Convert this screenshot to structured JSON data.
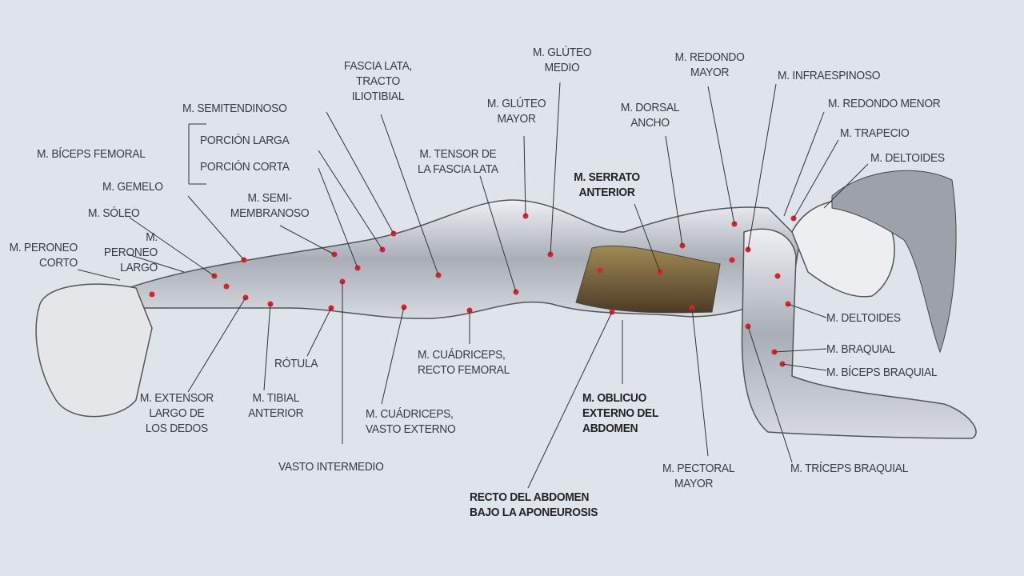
{
  "labels": {
    "peroneo_corto": [
      "M. PERONEO",
      "CORTO"
    ],
    "peroneo_largo": [
      "M.",
      "PERONEO",
      "LARGO"
    ],
    "soleo": "M. SÓLEO",
    "gemelo": "M. GEMELO",
    "biceps_femoral": "M. BÍCEPS FEMORAL",
    "porcion_larga": "PORCIÓN LARGA",
    "porcion_corta": "PORCIÓN CORTA",
    "semitendinoso": "M. SEMITENDINOSO",
    "semimembranoso": [
      "M. SEMI-",
      "MEMBRANOSO"
    ],
    "fascia_lata": [
      "FASCIA LATA,",
      "TRACTO",
      "ILIOTIBIAL"
    ],
    "tensor_fascia_lata": [
      "M. TENSOR DE",
      "LA FASCIA LATA"
    ],
    "gluteo_mayor": [
      "M. GLÚTEO",
      "MAYOR"
    ],
    "gluteo_medio": [
      "M. GLÚTEO",
      "MEDIO"
    ],
    "serrato_anterior": [
      "M. SERRATO",
      "ANTERIOR"
    ],
    "dorsal_ancho": [
      "M. DORSAL",
      "ANCHO"
    ],
    "redondo_mayor": [
      "M. REDONDO",
      "MAYOR"
    ],
    "infraespinoso": "M. INFRAESPINOSO",
    "redondo_menor": "M. REDONDO MENOR",
    "trapecio": "M. TRAPECIO",
    "deltoides_top": "M. DELTOIDES",
    "deltoides_side": "M. DELTOIDES",
    "braquial": "M. BRAQUIAL",
    "biceps_braquial": "M. BÍCEPS BRAQUIAL",
    "triceps_braquial": "M. TRÍCEPS BRAQUIAL",
    "pectoral_mayor": [
      "M. PECTORAL",
      "MAYOR"
    ],
    "oblicuo_externo": [
      "M. OBLICUO",
      "EXTERNO DEL",
      "ABDOMEN"
    ],
    "recto_abdomen": [
      "RECTO DEL ABDOMEN",
      "BAJO LA APONEUROSIS"
    ],
    "cuadriceps_recto_femoral": [
      "M. CUÁDRICEPS,",
      "RECTO FEMORAL"
    ],
    "cuadriceps_vasto_externo": [
      "M. CUÁDRICEPS,",
      "VASTO EXTERNO"
    ],
    "vasto_intermedio": "VASTO INTERMEDIO",
    "rotula": "RÓTULA",
    "tibial_anterior": [
      "M. TIBIAL",
      "ANTERIOR"
    ],
    "extensor_largo_dedos": [
      "M. EXTENSOR",
      "LARGO DE",
      "LOS DEDOS"
    ]
  },
  "colors": {
    "background": "#dfe3ea",
    "muscle": "#b9bcc4",
    "abdomen": "#7a6040",
    "marker": "#d8232a",
    "text": "#3a3a3f"
  }
}
